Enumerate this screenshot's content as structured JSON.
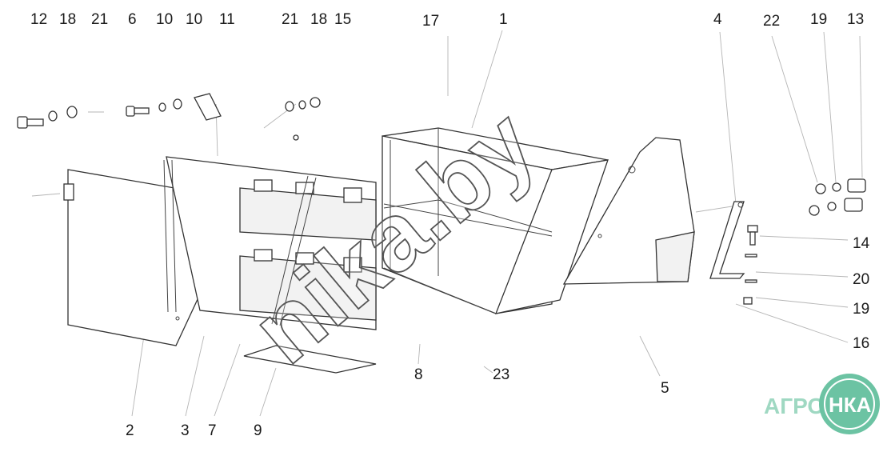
{
  "diagram": {
    "callouts": [
      {
        "id": "c12a",
        "text": "12"
      },
      {
        "id": "c18a",
        "text": "18"
      },
      {
        "id": "c21a",
        "text": "21"
      },
      {
        "id": "c6",
        "text": "6"
      },
      {
        "id": "c10a",
        "text": "10"
      },
      {
        "id": "c10b",
        "text": "10"
      },
      {
        "id": "c11",
        "text": "11"
      },
      {
        "id": "c21b",
        "text": "21"
      },
      {
        "id": "c18b",
        "text": "18"
      },
      {
        "id": "c15",
        "text": "15"
      },
      {
        "id": "c17",
        "text": "17"
      },
      {
        "id": "c1",
        "text": "1"
      },
      {
        "id": "c4",
        "text": "4"
      },
      {
        "id": "c22",
        "text": "22"
      },
      {
        "id": "c19a",
        "text": "19"
      },
      {
        "id": "c13",
        "text": "13"
      },
      {
        "id": "c14",
        "text": "14"
      },
      {
        "id": "c20",
        "text": "20"
      },
      {
        "id": "c19b",
        "text": "19"
      },
      {
        "id": "c16",
        "text": "16"
      },
      {
        "id": "c8",
        "text": "8"
      },
      {
        "id": "c23",
        "text": "23"
      },
      {
        "id": "c5",
        "text": "5"
      },
      {
        "id": "c2",
        "text": "2"
      },
      {
        "id": "c3",
        "text": "3"
      },
      {
        "id": "c7",
        "text": "7"
      },
      {
        "id": "c9",
        "text": "9"
      }
    ]
  },
  "watermark": {
    "text": "nika.by"
  },
  "logo": {
    "left_text": "АГРО",
    "right_text": "НКА",
    "ring_color": "#6cc3a3"
  }
}
